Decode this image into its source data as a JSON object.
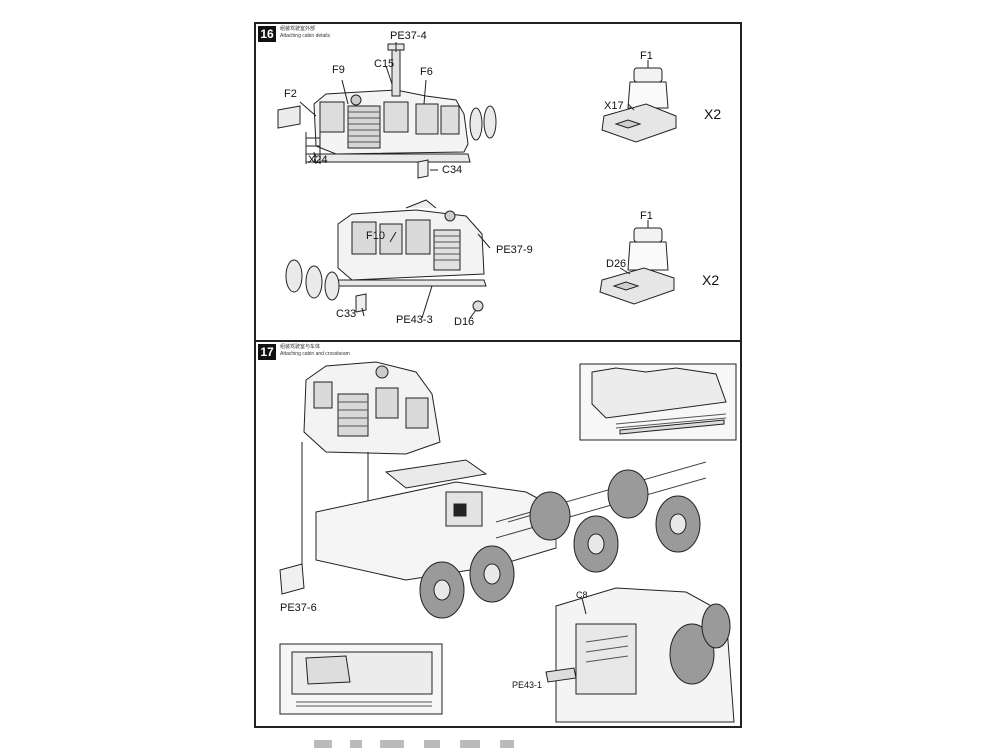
{
  "step16": {
    "number": "16",
    "title_cn": "组装驾驶室外部",
    "title_en": "Attaching cabin details",
    "callouts": {
      "pe37_4": "PE37-4",
      "c15": "C15",
      "f9": "F9",
      "f6": "F6",
      "f2": "F2",
      "x24": "X24",
      "c34": "C34",
      "f1_top": "F1",
      "x17": "X17",
      "x2_top": "X2",
      "f10": "F10",
      "pe37_9": "PE37-9",
      "c33": "C33",
      "pe43_3": "PE43-3",
      "d16": "D16",
      "f1_bottom": "F1",
      "d26": "D26",
      "x2_bottom": "X2"
    }
  },
  "step17": {
    "number": "17",
    "title_cn": "组装驾驶室与车体",
    "title_en": "Attaching cabin and crossbeam",
    "callouts": {
      "pe37_6": "PE37-6",
      "c8": "C8",
      "pe43_1": "PE43-1"
    }
  }
}
